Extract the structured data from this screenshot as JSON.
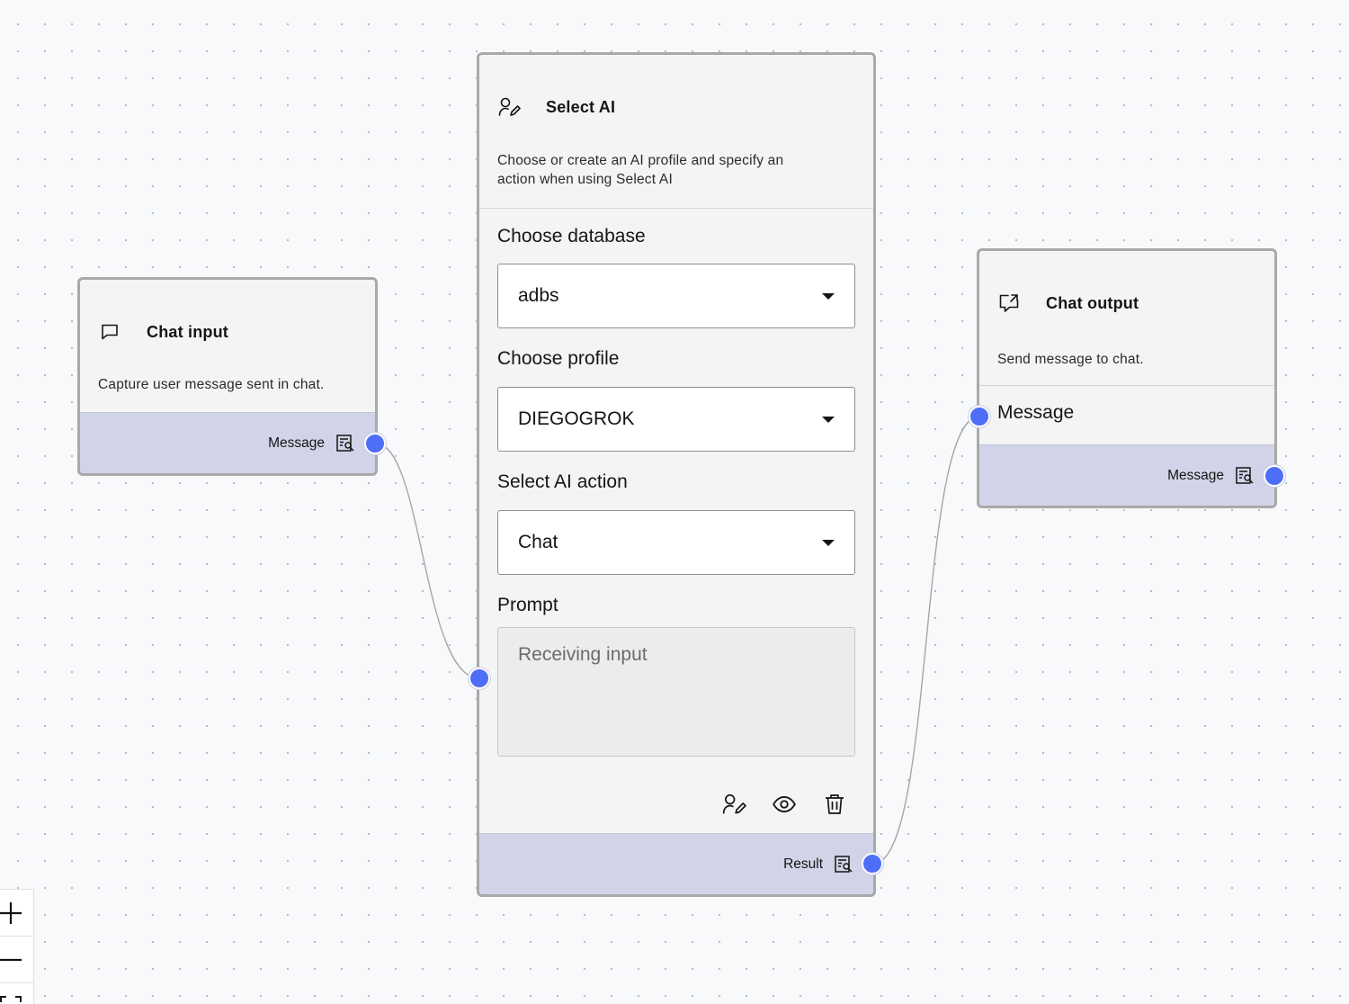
{
  "nodes": {
    "chat_input": {
      "title": "Chat input",
      "icon": "chat-bubble-icon",
      "description": "Capture user message sent in chat.",
      "output_label": "Message",
      "output_icon": "output-data-icon"
    },
    "select_ai": {
      "title": "Select AI",
      "icon": "ai-profile-icon",
      "description": "Choose or create an AI profile and specify an action when using Select AI",
      "database_label": "Choose database",
      "database_value": "adbs",
      "profile_label": "Choose profile",
      "profile_value": "DIEGOGROK",
      "action_label": "Select AI action",
      "action_value": "Chat",
      "prompt_label": "Prompt",
      "prompt_placeholder": "Receiving input",
      "action_icons": [
        "ai-profile-icon",
        "eye-icon",
        "trash-icon"
      ],
      "output_label": "Result",
      "output_icon": "output-data-icon"
    },
    "chat_output": {
      "title": "Chat output",
      "icon": "share-chat-icon",
      "description": "Send message to chat.",
      "input_label": "Message",
      "output_label": "Message",
      "output_icon": "output-data-icon"
    }
  },
  "zoom_controls": [
    "zoom-in-icon",
    "zoom-out-icon",
    "fit-view-icon"
  ],
  "colors": {
    "port": "#4f6ef7",
    "footer": "#d1d4e8",
    "node_border": "#a9a9a9",
    "wire": "#a6a6a6"
  }
}
